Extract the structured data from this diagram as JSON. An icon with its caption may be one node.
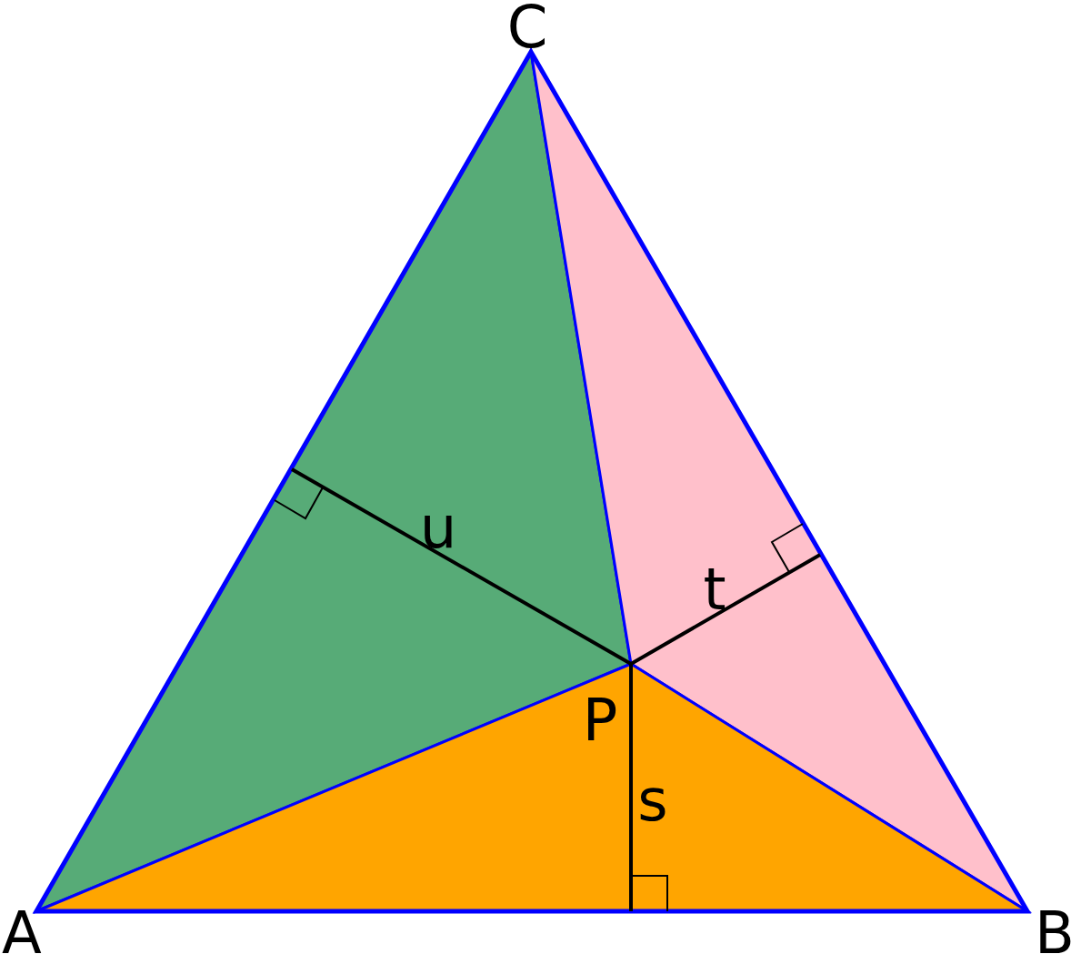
{
  "diagram": {
    "labels": [
      "C",
      "u",
      "t",
      "P",
      "s",
      "A",
      "B"
    ]
  }
}
